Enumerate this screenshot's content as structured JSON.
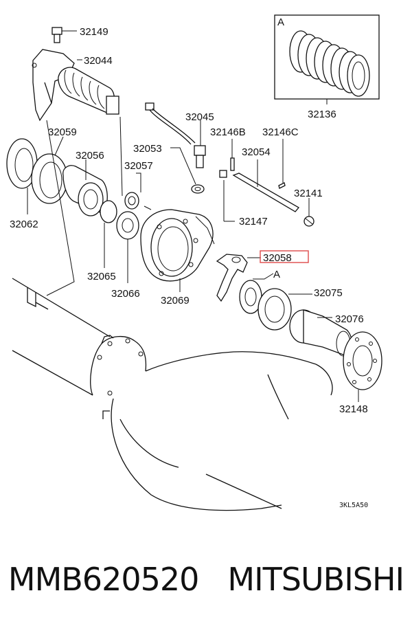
{
  "parts": [
    {
      "id": "p32149",
      "label": "32149"
    },
    {
      "id": "p32044",
      "label": "32044"
    },
    {
      "id": "p32136",
      "label": "32136"
    },
    {
      "id": "p32045",
      "label": "32045"
    },
    {
      "id": "p32059",
      "label": "32059"
    },
    {
      "id": "p32146b",
      "label": "32146B"
    },
    {
      "id": "p32146c",
      "label": "32146C"
    },
    {
      "id": "p32053",
      "label": "32053"
    },
    {
      "id": "p32056",
      "label": "32056"
    },
    {
      "id": "p32054",
      "label": "32054"
    },
    {
      "id": "p32057",
      "label": "32057"
    },
    {
      "id": "p32141",
      "label": "32141"
    },
    {
      "id": "p32062",
      "label": "32062"
    },
    {
      "id": "p32147",
      "label": "32147"
    },
    {
      "id": "p32058",
      "label": "32058"
    },
    {
      "id": "p32065",
      "label": "32065"
    },
    {
      "id": "p32066",
      "label": "32066"
    },
    {
      "id": "p32069",
      "label": "32069"
    },
    {
      "id": "p32075",
      "label": "32075"
    },
    {
      "id": "p32076",
      "label": "32076"
    },
    {
      "id": "p32148",
      "label": "32148"
    }
  ],
  "highlighted_part": "32058",
  "highlight_color": "#e05555",
  "detail_box_letter": "A",
  "callout_letter": "A",
  "diagram_code": "3KL5A50",
  "footer": {
    "part_number": "MMB620520",
    "brand": "MITSUBISHI"
  }
}
